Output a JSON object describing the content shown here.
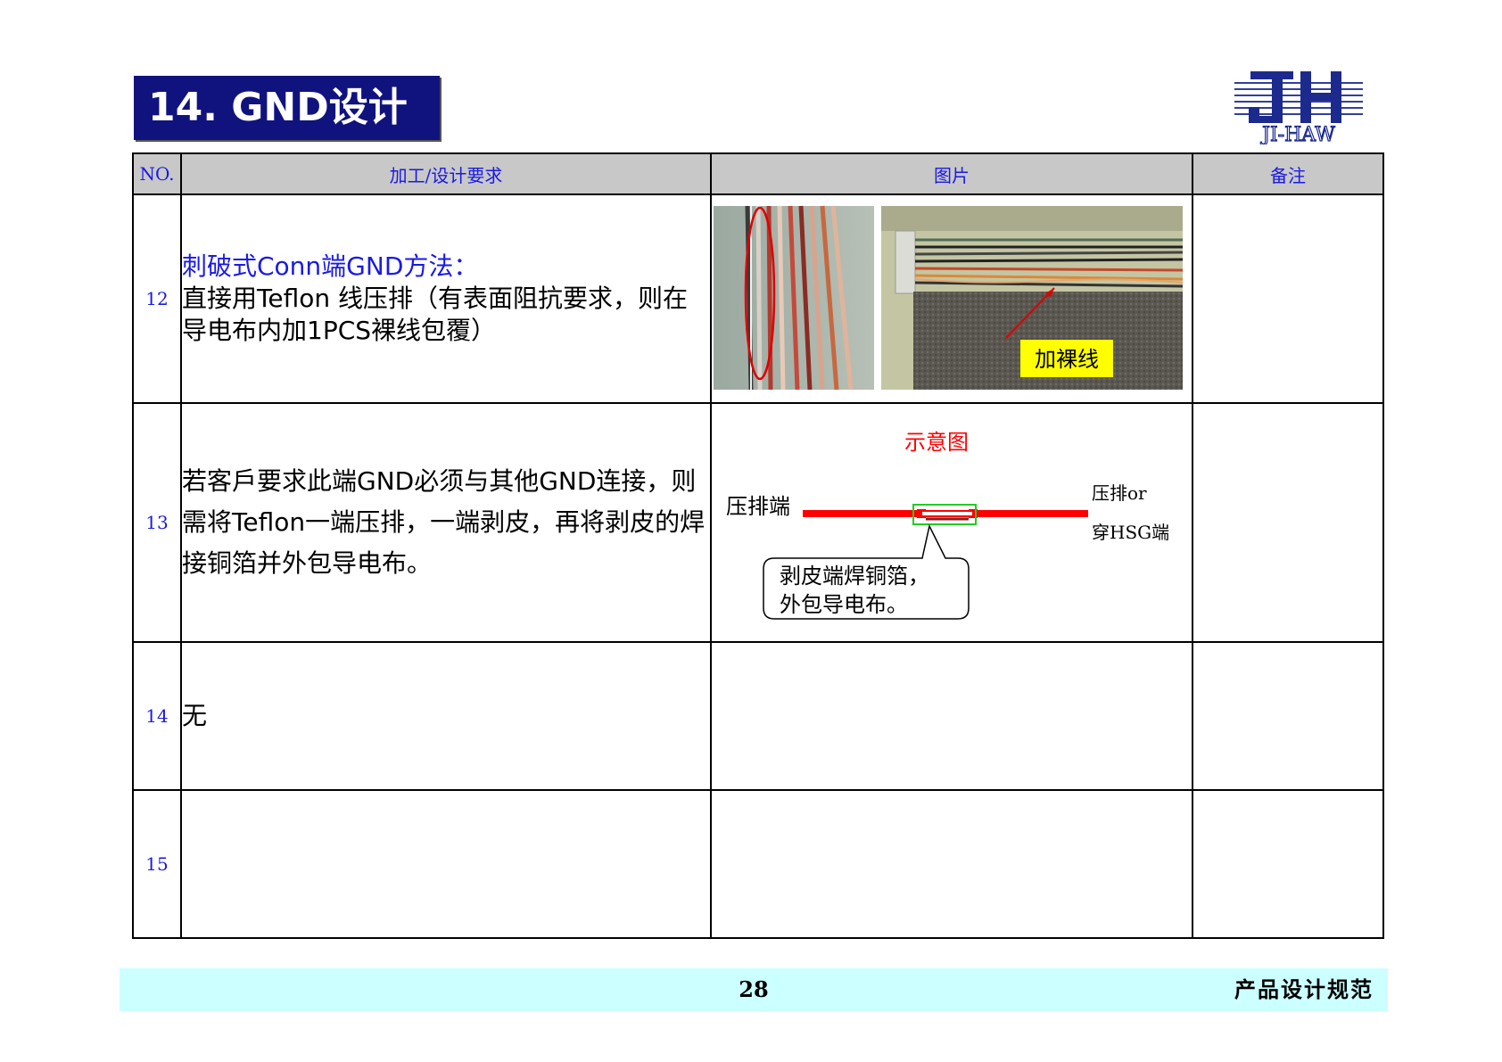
{
  "title": "14.  GND设计",
  "logo": {
    "mark": "JH",
    "text": "JI-HAW"
  },
  "table": {
    "headers": [
      "NO.",
      "加工/设计要求",
      "图片",
      "备注"
    ],
    "rows": [
      {
        "no": "12",
        "heading": "刺破式Conn端GND方法：",
        "text": "直接用Teflon 线压排（有表面阻抗要求，则在导电布内加1PCS裸线包覆）",
        "photo_label": "加裸线",
        "note": ""
      },
      {
        "no": "13",
        "text": "若客戶要求此端GND必须与其他GND连接，则需将Teflon一端压排，一端剥皮，再将剥皮的焊接铜箔并外包导电布。",
        "diagram": {
          "title": "示意图",
          "left_label": "压排端",
          "right_label_1": "压排or",
          "right_label_2": "穿HSG端",
          "callout_1": "剥皮端焊铜箔，",
          "callout_2": "外包导电布。"
        },
        "note": ""
      },
      {
        "no": "14",
        "text": "无",
        "note": ""
      },
      {
        "no": "15",
        "text": "",
        "note": ""
      }
    ]
  },
  "footer": {
    "page": "28",
    "title": "产品设计规范"
  },
  "colors": {
    "title_bg": "#10137e",
    "header_text": "#1a1ae6",
    "footer_bg": "#ccffff",
    "wire_red": "#ff0000"
  }
}
